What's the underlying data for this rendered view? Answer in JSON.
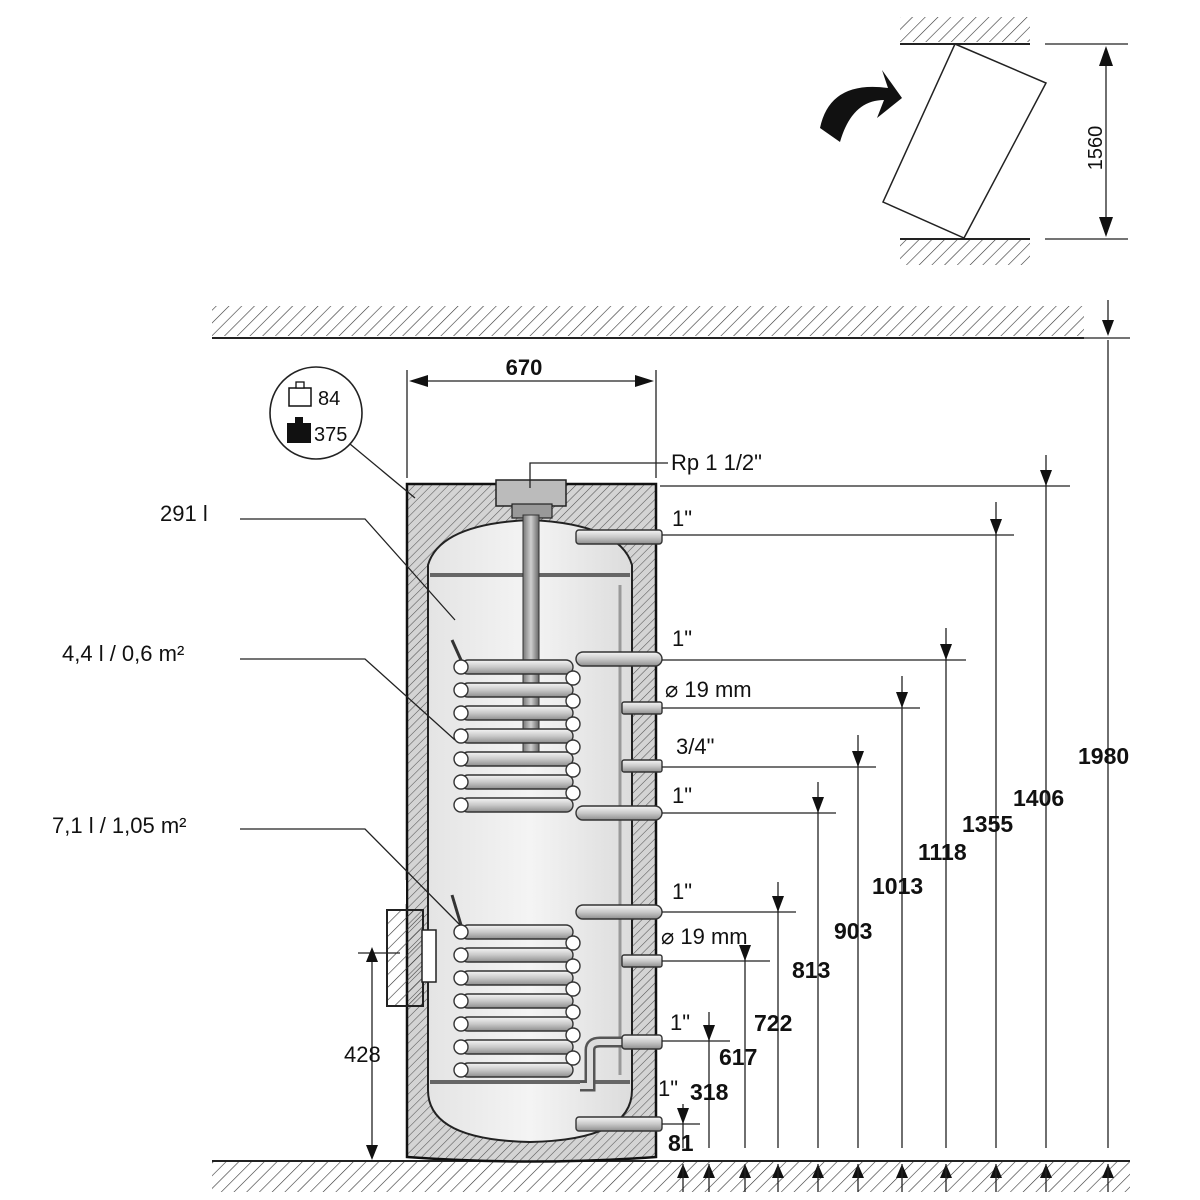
{
  "tilt": {
    "height_label": "1560"
  },
  "tank": {
    "width_label": "670",
    "empty_weight": "84",
    "full_weight": "375",
    "volume_label": "291 l",
    "upper_coil_label": "4,4 l / 0,6 m²",
    "lower_coil_label": "7,1 l / 1,05 m²",
    "heater_height": "428",
    "ceiling_height": "1980"
  },
  "connections": [
    {
      "id": "top",
      "size": "Rp 1 1/2\"",
      "height": "1406"
    },
    {
      "id": "hot-water",
      "size": "1\"",
      "height": "1355"
    },
    {
      "id": "upper-coil-flow",
      "size": "1\"",
      "height": "1118"
    },
    {
      "id": "sensor-upper",
      "size": "⌀ 19 mm",
      "height": "1013"
    },
    {
      "id": "circulation",
      "size": "3/4\"",
      "height": "903"
    },
    {
      "id": "upper-coil-return",
      "size": "1\"",
      "height": "813"
    },
    {
      "id": "lower-coil-flow",
      "size": "1\"",
      "height": "722"
    },
    {
      "id": "sensor-lower",
      "size": "⌀ 19 mm",
      "height": "617"
    },
    {
      "id": "lower-coil-return",
      "size": "1\"",
      "height": "318"
    },
    {
      "id": "cold-water",
      "size": "1\"",
      "height": "81"
    }
  ]
}
